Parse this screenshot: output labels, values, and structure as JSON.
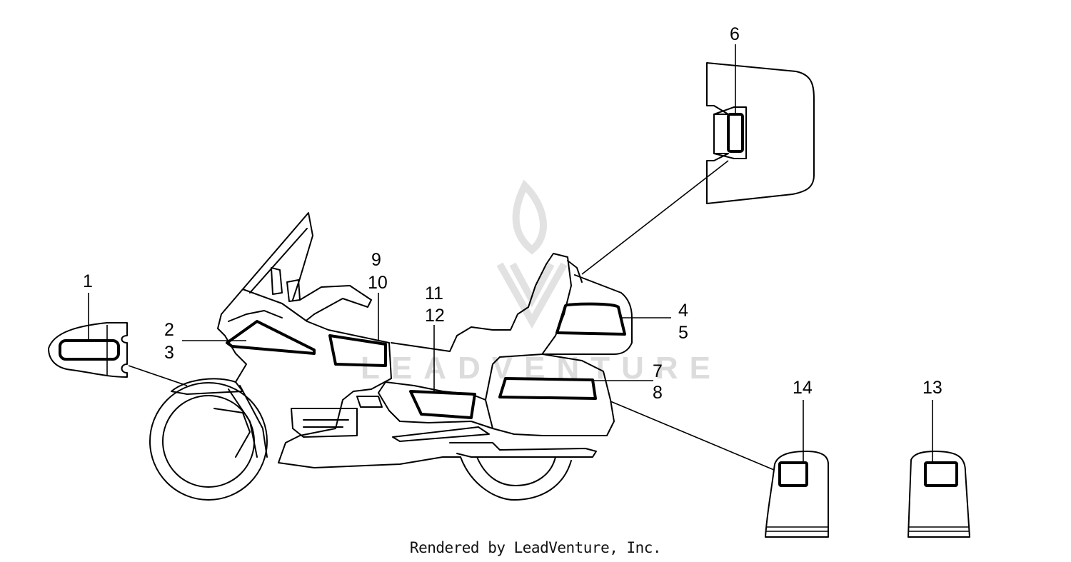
{
  "watermark": "LEADVENTURE",
  "credit": "Rendered by LeadVenture, Inc.",
  "callouts": {
    "c1": "1",
    "c2": "2",
    "c3": "3",
    "c4": "4",
    "c5": "5",
    "c6": "6",
    "c7": "7",
    "c8": "8",
    "c9": "9",
    "c10": "10",
    "c11": "11",
    "c12": "12",
    "c13": "13",
    "c14": "14"
  }
}
